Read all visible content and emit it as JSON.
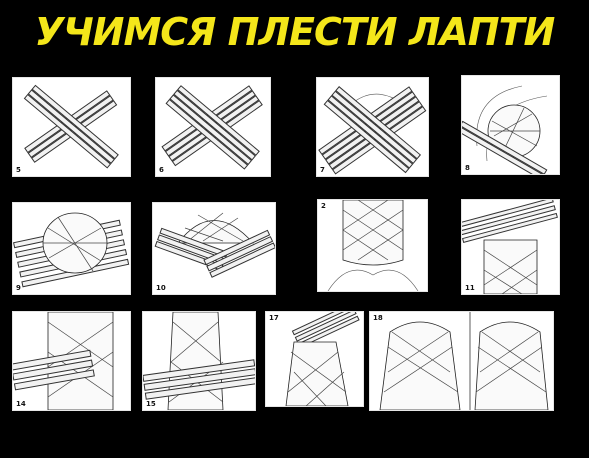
{
  "title": "УЧИМСЯ ПЛЕСТИ ЛАПТИ",
  "panels": [
    {
      "id": "5",
      "label": "5"
    },
    {
      "id": "6",
      "label": "6"
    },
    {
      "id": "7",
      "label": "7"
    },
    {
      "id": "8",
      "label": "8"
    },
    {
      "id": "9",
      "label": "9"
    },
    {
      "id": "10",
      "label": "10"
    },
    {
      "id": "2",
      "label": "2"
    },
    {
      "id": "11",
      "label": "11"
    },
    {
      "id": "14",
      "label": "14"
    },
    {
      "id": "15",
      "label": "15"
    },
    {
      "id": "17",
      "label": "17"
    },
    {
      "id": "18",
      "label": "18"
    }
  ]
}
